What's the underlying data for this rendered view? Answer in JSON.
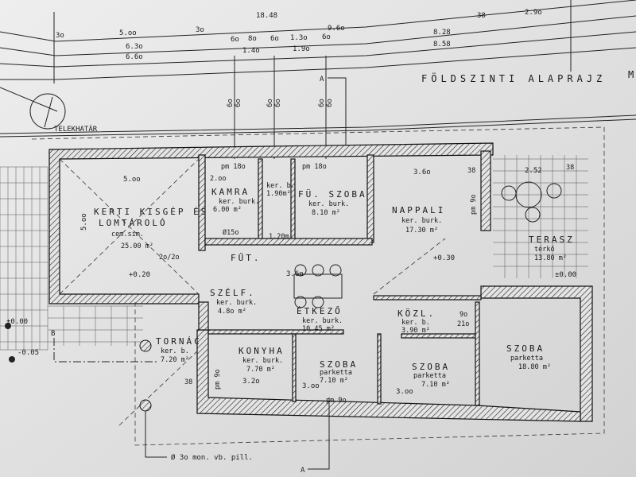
{
  "title": "FÖLDSZINTI ALAPRAJZ",
  "title_tail": "M",
  "plot_boundary": "TELEKHATÁR",
  "section_marks": {
    "a_top": "A",
    "a_bottom": "A",
    "b": "B"
  },
  "dimensions_top": {
    "total": "18.48",
    "d_9_60": "9.6o",
    "d_5_00": "5.oo",
    "d_6_30": "6.3o",
    "d_6_60": "6.6o",
    "d_3o_a": "3o",
    "d_3o_b": "3o",
    "d_6o_a": "6o",
    "d_8o": "8o",
    "d_6o_b": "6o",
    "d_1_30": "1.3o",
    "d_6o_c": "6o",
    "d_1_40": "1.4o",
    "d_1_90": "1.9o",
    "d_8_28": "8.28",
    "d_8_58": "8.58",
    "d_38": "38",
    "d_2_90": "2.9o",
    "v_6o_1": "6o",
    "v_6o_2": "6o",
    "v_6o_3": "6o",
    "v_6o_4": "6o",
    "v_6o_5": "6o",
    "v_6o_6": "6o"
  },
  "rooms": {
    "kerti": {
      "name": "KERTI KISGÉP ÉS",
      "name2": "LOMTÁROLÓ",
      "floor": "cem.sim.",
      "area": "25.00 m²",
      "dim_w": "5.oo",
      "dim_h": "5.oo"
    },
    "kamra": {
      "name": "KAMRA",
      "floor": "ker. burk.",
      "area": "6.00 m²",
      "dim": "2.oo"
    },
    "wc": {
      "floor": "ker. b.",
      "area": "1.90m²"
    },
    "furdo": {
      "name": "FÜ. SZOBA",
      "floor": "ker. burk.",
      "area": "8.10 m²"
    },
    "nappali": {
      "name": "NAPPALI",
      "floor": "ker. burk.",
      "area": "17.30 m²",
      "dim": "3.6o",
      "level": "+0.30"
    },
    "terasz": {
      "name": "TERASZ",
      "floor": "térkő",
      "area": "13.80 m²",
      "level": "±0.00",
      "dim": "2.52"
    },
    "szelf": {
      "name": "SZÉLF.",
      "floor": "ker. burk.",
      "area": "4.8o m²"
    },
    "fut": {
      "name": "FŰT."
    },
    "etkezo": {
      "name": "ÉTKEZŐ",
      "floor": "ker. burk.",
      "area": "10.45 m²",
      "dim": "3.6o"
    },
    "kozl": {
      "name": "KÖZL.",
      "floor": "ker. b.",
      "area": "3.90 m²"
    },
    "tornac": {
      "name": "TORNÁC",
      "floor": "ker. b.",
      "area": "7.20 m²"
    },
    "konyha": {
      "name": "KONYHA",
      "floor": "ker. burk.",
      "area": "7.70 m²",
      "dim": "3.2o"
    },
    "szoba1": {
      "name": "SZOBA",
      "floor": "parketta",
      "area": "7.10 m²",
      "dim": "3.oo"
    },
    "szoba2": {
      "name": "SZOBA",
      "floor": "parketta",
      "area": "7.10 m²",
      "dim": "3.oo"
    },
    "szoba3": {
      "name": "SZOBA",
      "floor": "parketta",
      "area": "18.80 m²"
    }
  },
  "levels": {
    "kerti": "+0.20",
    "porch": "±0.00",
    "ground": "-0.05"
  },
  "small_dims": {
    "pm18o_a": "pm 18o",
    "pm18o_b": "pm 18o",
    "pm9o_a": "pm 9o",
    "pm9o_b": "pm 9o",
    "pm9o_c": "pm 9o",
    "d_2o2o": "2o/2o",
    "d_15o": "Ø15o",
    "d_38a": "38",
    "d_38b": "38",
    "d_38c": "38",
    "d_21o": "21o",
    "d_9o": "9o",
    "d_120": "1.20m"
  },
  "column_note": "Ø 3o mon. vb. pill."
}
